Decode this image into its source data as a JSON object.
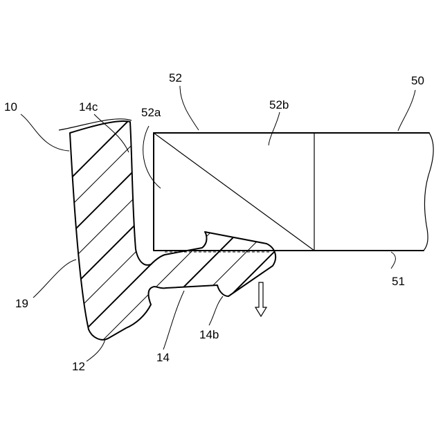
{
  "figure": {
    "labels": {
      "part_10": "10",
      "part_14c": "14c",
      "part_52a": "52a",
      "part_52": "52",
      "part_52b": "52b",
      "part_50": "50",
      "part_51": "51",
      "part_19": "19",
      "part_14b": "14b",
      "part_12": "12",
      "part_14": "14"
    }
  }
}
